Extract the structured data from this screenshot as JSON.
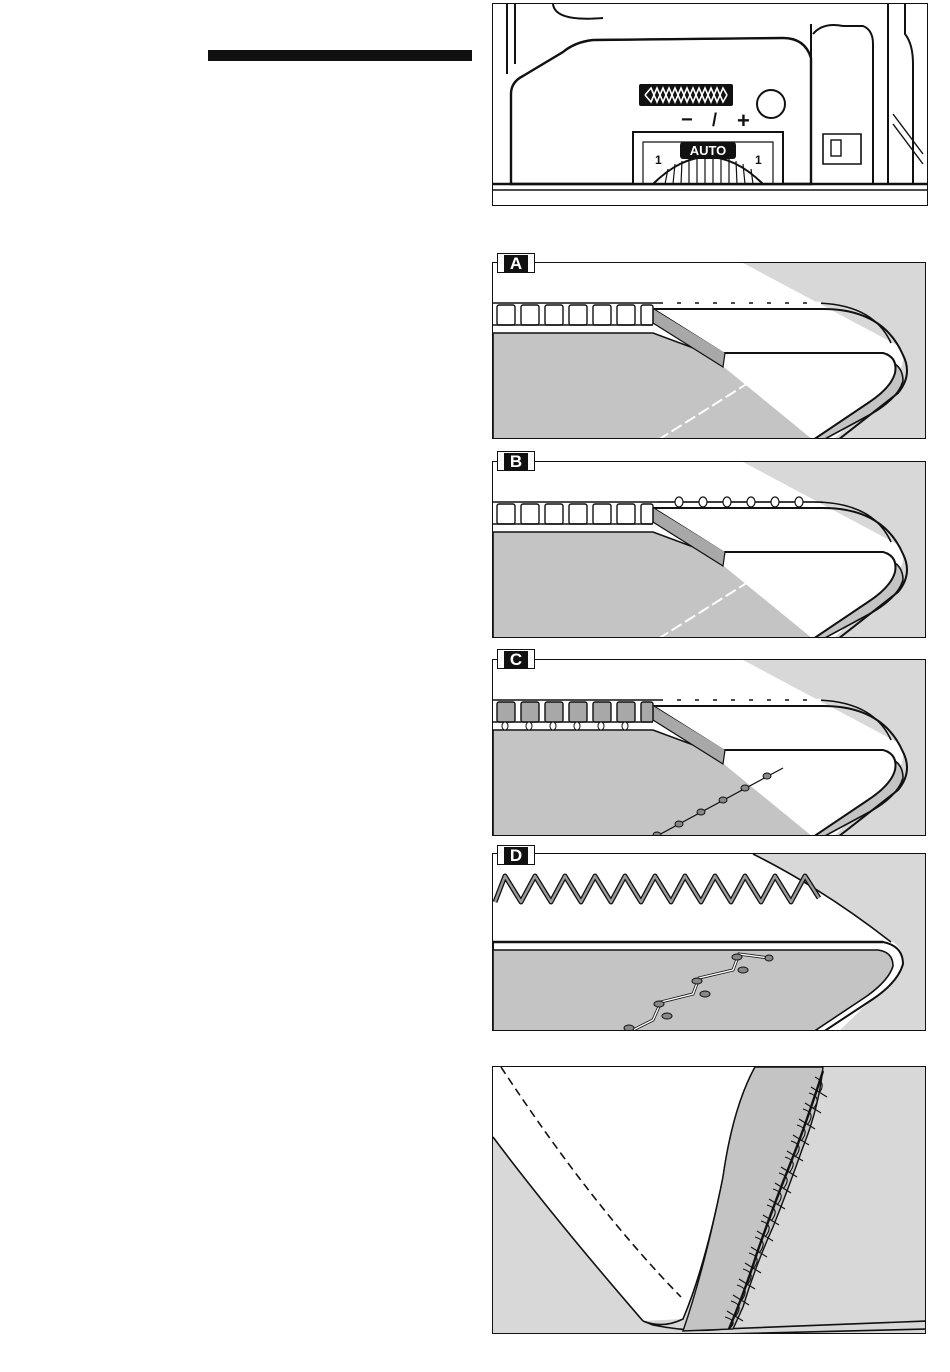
{
  "machine": {
    "dial_label": "AUTO",
    "left_tick": "1",
    "right_tick": "1",
    "minus": "−",
    "slash": "/",
    "plus": "+"
  },
  "figures": [
    {
      "label": "A",
      "seam_style": "dashed"
    },
    {
      "label": "B",
      "seam_style": "beaded"
    },
    {
      "label": "C",
      "seam_style": "beaded-lower"
    },
    {
      "label": "D",
      "seam_style": "zigzag"
    }
  ],
  "colors": {
    "fabric_gray": "#c4c4c4",
    "background_gray": "#d8d8d8",
    "line": "#111111"
  }
}
